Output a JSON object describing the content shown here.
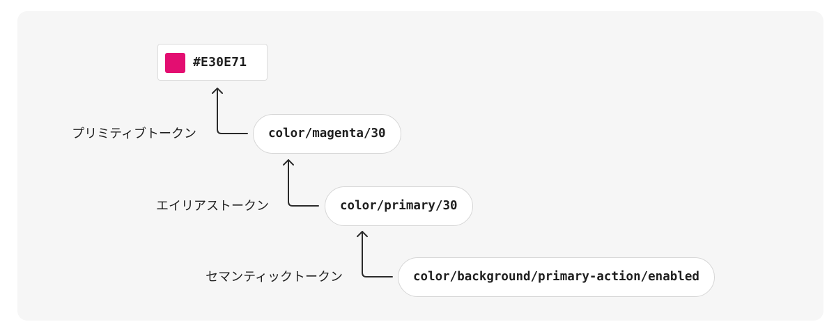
{
  "primitive_value": {
    "hex": "#E30E71",
    "swatch_color": "#E30E71"
  },
  "tiers": [
    {
      "label": "プリミティブトークン",
      "token": "color/magenta/30"
    },
    {
      "label": "エイリアストークン",
      "token": "color/primary/30"
    },
    {
      "label": "セマンティックトークン",
      "token": "color/background/primary-action/enabled"
    }
  ],
  "colors": {
    "background": "#f6f6f6",
    "connector": "#2a2a2a",
    "pill_border": "#d6d6d6"
  },
  "icons": {
    "connector": "elbow-arrow-up"
  }
}
